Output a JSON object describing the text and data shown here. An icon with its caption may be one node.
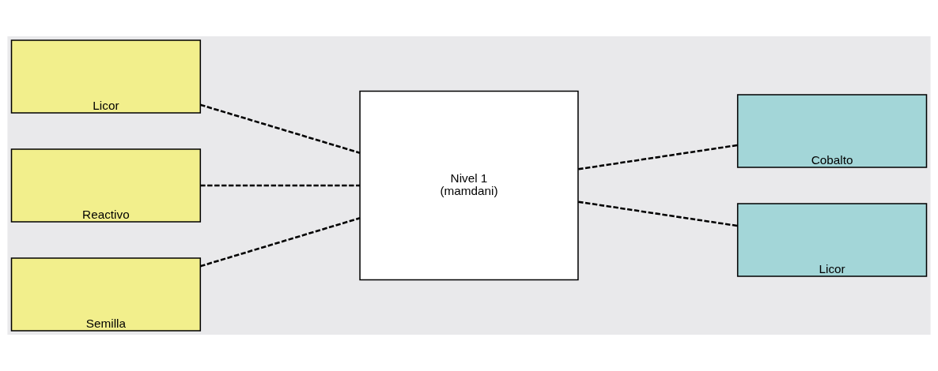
{
  "diagram": {
    "nodes": [
      {
        "text": [
          "Licor"
        ]
      },
      {
        "text": [
          "Reactivo"
        ]
      },
      {
        "text": [
          "Semilla"
        ]
      },
      {
        "text": [
          "Nivel 1",
          "(mamdani)"
        ]
      },
      {
        "text": [
          "Cobalto"
        ]
      },
      {
        "text": [
          "Licor"
        ]
      }
    ],
    "edges": [
      {
        "from": 0,
        "to": 3,
        "arrow": "none",
        "style": "dashed"
      },
      {
        "from": 1,
        "to": 3,
        "arrow": "none",
        "style": "dashed"
      },
      {
        "from": 2,
        "to": 3,
        "arrow": "none",
        "style": "dashed"
      },
      {
        "from": 3,
        "to": 4,
        "arrow": "none",
        "style": "dashed"
      },
      {
        "from": 3,
        "to": 5,
        "arrow": "none",
        "style": "dashed"
      }
    ]
  }
}
